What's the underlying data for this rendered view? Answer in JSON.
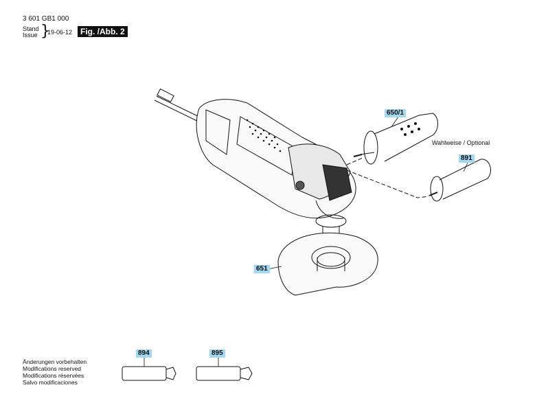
{
  "header": {
    "doc_number": "3 601 GB1 000",
    "stand_label": "Stand",
    "issue_label": "Issue",
    "brace": "}",
    "date": "19-06-12",
    "figure_label": "Fig. /Abb. 2"
  },
  "parts": {
    "p650_1": "650/1",
    "p891": "891",
    "p651": "651",
    "p894": "894",
    "p895": "895"
  },
  "optional_label": "Wahlweise / Optional",
  "notes": [
    "Änderungen vorbehalten",
    "Modifications reserved",
    "Modifications réservées",
    "Salvo modificaciones"
  ]
}
